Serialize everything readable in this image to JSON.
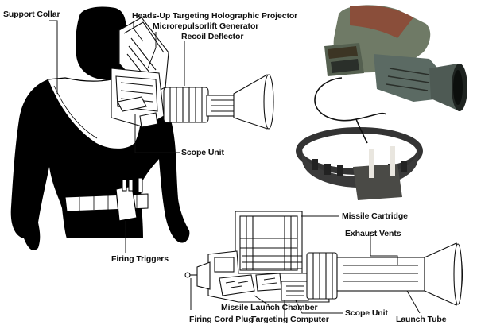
{
  "labels": {
    "support_collar": "Support Collar",
    "heads_up": "Heads-Up Targeting Holographic Projector",
    "microrepulsorlift": "Microrepulsorlift Generator",
    "recoil_deflector": "Recoil Deflector",
    "scope_unit_top": "Scope Unit",
    "firing_triggers": "Firing Triggers",
    "missile_cartridge": "Missile Cartridge",
    "exhaust_vents": "Exhaust Vents",
    "missile_launch_chamber": "Missile Launch Chamber",
    "scope_unit_bottom": "Scope Unit",
    "firing_cord_plug": "Firing Cord Plug",
    "targeting_computer": "Targeting Computer",
    "launch_tube": "Launch Tube"
  },
  "colors": {
    "silhouette": "#000000",
    "collar": "#ffffff",
    "line": "#111111",
    "photo_metal": "#6f7a66",
    "photo_rust": "#8a4e3a",
    "photo_shadow": "#2a2f2a",
    "photo_belt": "#3a3a3a"
  }
}
